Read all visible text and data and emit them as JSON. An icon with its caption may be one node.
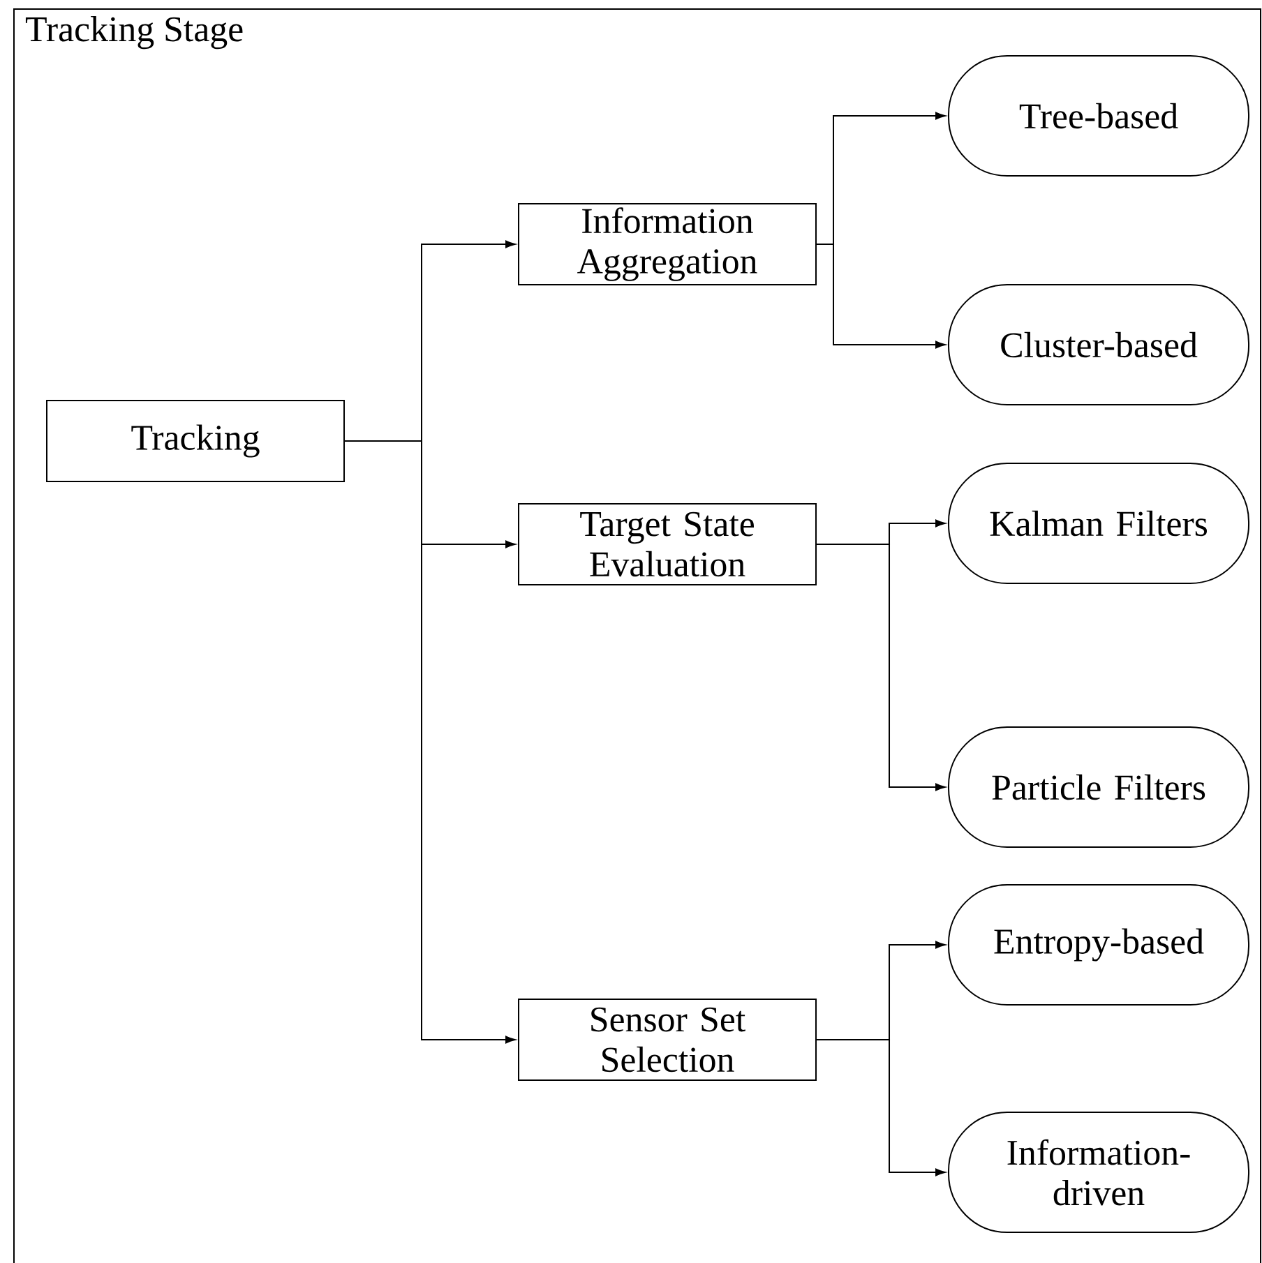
{
  "diagram": {
    "nodes": [
      {
        "text": [
          "Tracking Stage"
        ]
      },
      {
        "text": [
          "Tracking"
        ],
        "in": 0
      },
      {
        "text": [
          "Information Aggregation"
        ],
        "in": 0
      },
      {
        "text": [
          "Tree-based"
        ],
        "in": 0
      },
      {
        "text": [
          "Cluster-based"
        ],
        "in": 0
      },
      {
        "text": [
          "Target State Evaluation"
        ],
        "in": 0
      },
      {
        "text": [
          "Kalman Filters"
        ],
        "in": 0
      },
      {
        "text": [
          "Particle Filters"
        ],
        "in": 0
      },
      {
        "text": [
          "Sensor Set Selection"
        ],
        "in": 0
      },
      {
        "text": [
          "Entropy-based"
        ],
        "in": 0
      },
      {
        "text": [
          "Information-driven"
        ],
        "in": 0
      }
    ],
    "edges": [
      {
        "from": 1,
        "to": 2,
        "arrow": "to"
      },
      {
        "from": 1,
        "to": 5,
        "arrow": "to"
      },
      {
        "from": 1,
        "to": 8,
        "arrow": "to"
      },
      {
        "from": 2,
        "to": 3,
        "arrow": "to"
      },
      {
        "from": 2,
        "to": 4,
        "arrow": "to"
      },
      {
        "from": 5,
        "to": 6,
        "arrow": "to"
      },
      {
        "from": 5,
        "to": 7,
        "arrow": "to"
      },
      {
        "from": 8,
        "to": 9,
        "arrow": "to"
      },
      {
        "from": 8,
        "to": 10,
        "arrow": "to"
      }
    ]
  }
}
